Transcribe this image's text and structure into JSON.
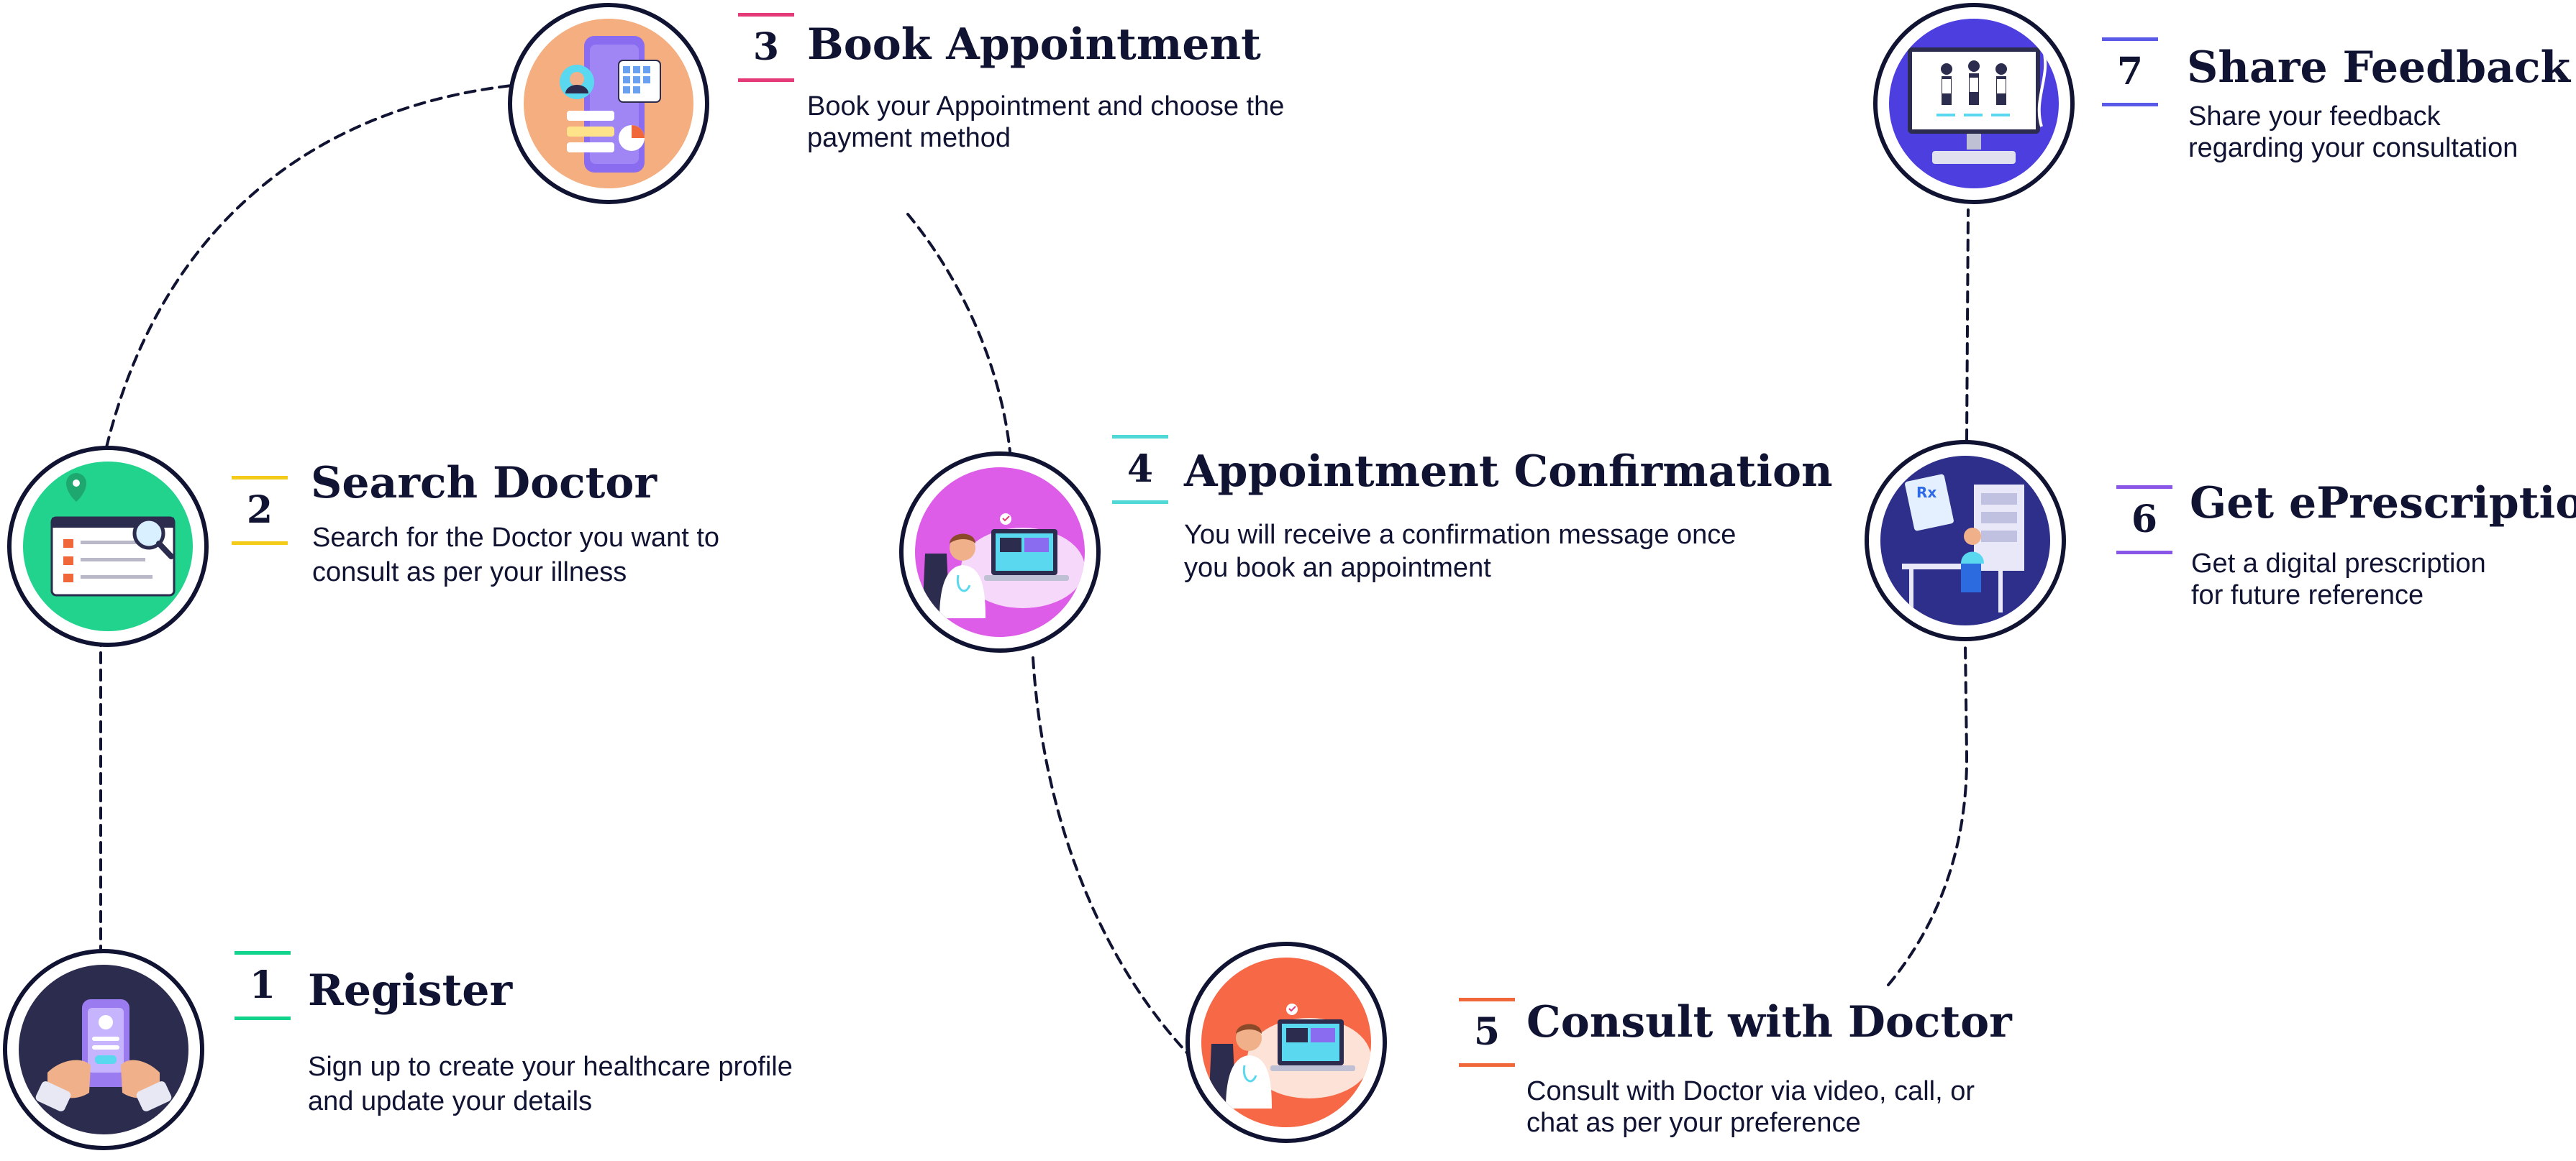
{
  "colors": {
    "outline": "#111333",
    "step1": "#12d38b",
    "step2": "#f5cb1a",
    "step3": "#e43a78",
    "step4": "#4fd8d6",
    "step5": "#f0683a",
    "step6": "#8a56e8",
    "step7": "#5a5ae8"
  },
  "steps": [
    {
      "number": "1",
      "title": "Register",
      "description": [
        "Sign up to create your healthcare profile",
        "and update your details"
      ],
      "icon": "hands-phone-signup-icon",
      "circle_color": "#2c2c4e"
    },
    {
      "number": "2",
      "title": "Search Doctor",
      "description": [
        "Search for the Doctor you want to",
        "consult as per your illness"
      ],
      "icon": "doctor-search-browser-icon",
      "circle_color": "#22d38e"
    },
    {
      "number": "3",
      "title": "Book Appointment",
      "description": [
        "Book your Appointment and choose the",
        "payment method"
      ],
      "icon": "phone-calendar-booking-icon",
      "circle_color": "#f4ae80"
    },
    {
      "number": "4",
      "title": "Appointment Confirmation",
      "description": [
        "You will receive a confirmation message once",
        "you book an appointment"
      ],
      "icon": "doctor-laptop-confirmation-icon",
      "circle_color": "#dd5de8"
    },
    {
      "number": "5",
      "title": "Consult with Doctor",
      "description": [
        "Consult with Doctor via video, call, or",
        "chat as per your preference"
      ],
      "icon": "doctor-video-consult-icon",
      "circle_color": "#f66846"
    },
    {
      "number": "6",
      "title": "Get ePrescription",
      "description": [
        "Get a digital prescription",
        "for future reference"
      ],
      "icon": "doctor-desk-prescription-icon",
      "circle_color": "#2e2f8a"
    },
    {
      "number": "7",
      "title": "Share Feedback",
      "description": [
        "Share your feedback",
        "regarding your consultation"
      ],
      "icon": "monitor-feedback-icon",
      "circle_color": "#4d3ee0"
    }
  ]
}
